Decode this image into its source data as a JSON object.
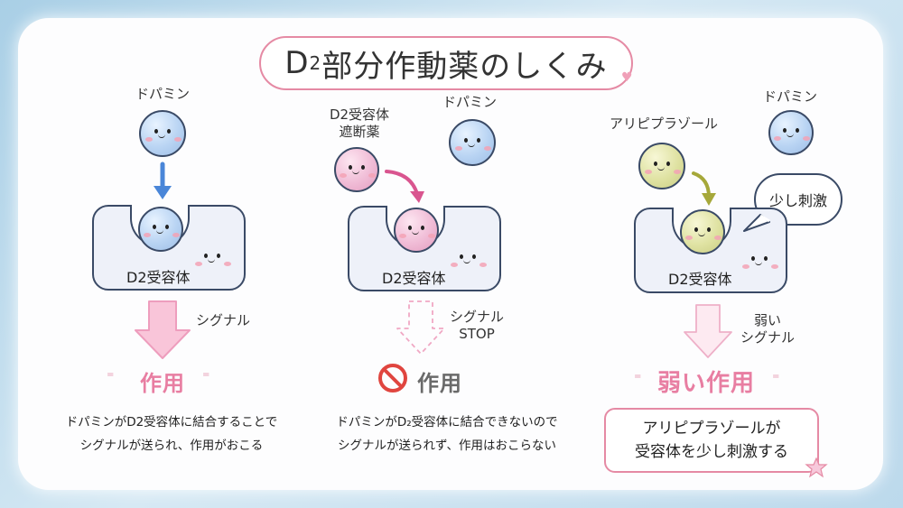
{
  "title": {
    "main": "D",
    "sub": "2",
    "rest": "部分作動薬のしくみ"
  },
  "panels": [
    {
      "ligand_label": "ドパミン",
      "receptor_label": "D2受容体",
      "signal_label": "シグナル",
      "effect_label": "作用",
      "description": [
        "ドパミンがD2受容体に結合することで",
        "シグナルが送られ、作用がおこる"
      ]
    },
    {
      "blocker_label": [
        "D2受容体",
        "遮断薬"
      ],
      "ligand_label": "ドパミン",
      "receptor_label": "D2受容体",
      "signal_label": [
        "シグナル",
        "STOP"
      ],
      "effect_label": "作用",
      "description": [
        "ドパミンがD₂受容体に結合できないので",
        "シグナルが送られず、作用はおこらない"
      ]
    },
    {
      "drug_label": "アリピプラゾール",
      "ligand_label": "ドパミン",
      "receptor_label": "D2受容体",
      "bubble_label": "少し刺激",
      "signal_label": [
        "弱い",
        "シグナル"
      ],
      "effect_label": "弱い作用",
      "summary": [
        "アリピプラゾールが",
        "受容体を少し刺激する"
      ]
    }
  ],
  "colors": {
    "accent_pink": "#e87ea2",
    "arrow_blue": "#4a86d8",
    "arrow_magenta": "#d9558f",
    "arrow_olive": "#a6a83a",
    "outline": "#3a4a66"
  },
  "icons": [
    "prohibited-icon",
    "heart-icon",
    "star-icon"
  ]
}
